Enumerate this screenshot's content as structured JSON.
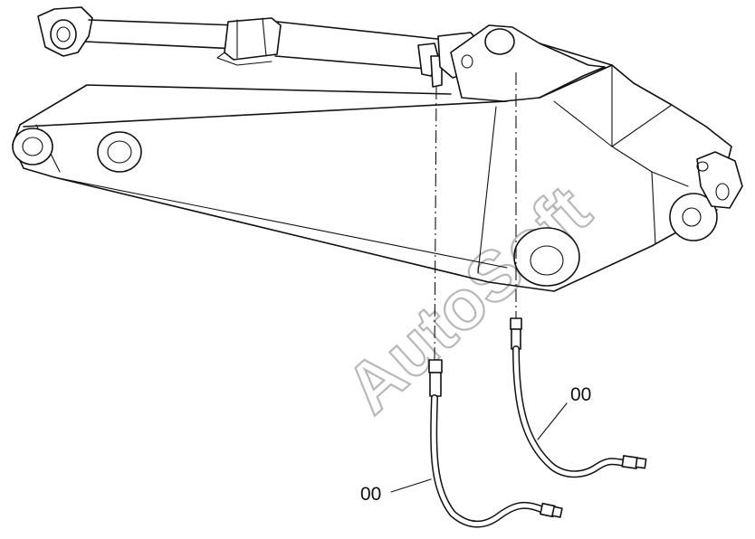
{
  "callouts": [
    {
      "id": "hose-right",
      "label": "00"
    },
    {
      "id": "hose-left",
      "label": "00"
    }
  ],
  "watermark": {
    "text": "AutoSoft",
    "color": "#b8b8b8"
  },
  "colors": {
    "ink": "#111111",
    "paper": "#ffffff"
  }
}
